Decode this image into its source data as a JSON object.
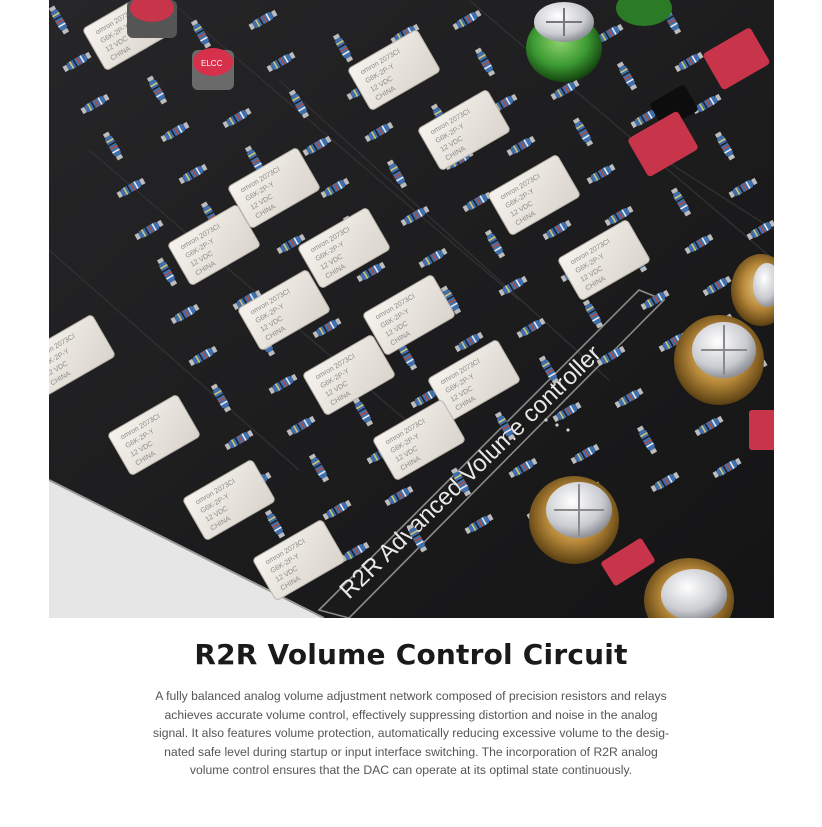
{
  "photo": {
    "board_silkscreen": "R2R Advanced Volume controller",
    "relay_markings": [
      "omron",
      "G6K-2P-Y",
      "12 VDC",
      "CHINA",
      "2073CI"
    ],
    "capacitor_marking": "ELCC"
  },
  "content": {
    "title": "R2R Volume Control Circuit",
    "description_lines": [
      "A fully balanced analog volume adjustment network composed of precision resistors and relays",
      "achieves accurate volume control, effectively suppressing distortion and noise in the analog",
      "signal. It also features volume protection, automatically reducing excessive volume to the desig-",
      "nated safe level during startup or input interface switching. The incorporation of R2R analog",
      "volume control ensures that the DAC can operate at its optimal state continuously."
    ]
  },
  "colors": {
    "pcb": "#1b1b1d",
    "relay": "#ece8e2",
    "capacitor_gold": "#b8893a",
    "capacitor_green": "#3c9a33",
    "film_cap_red": "#c8354a"
  }
}
